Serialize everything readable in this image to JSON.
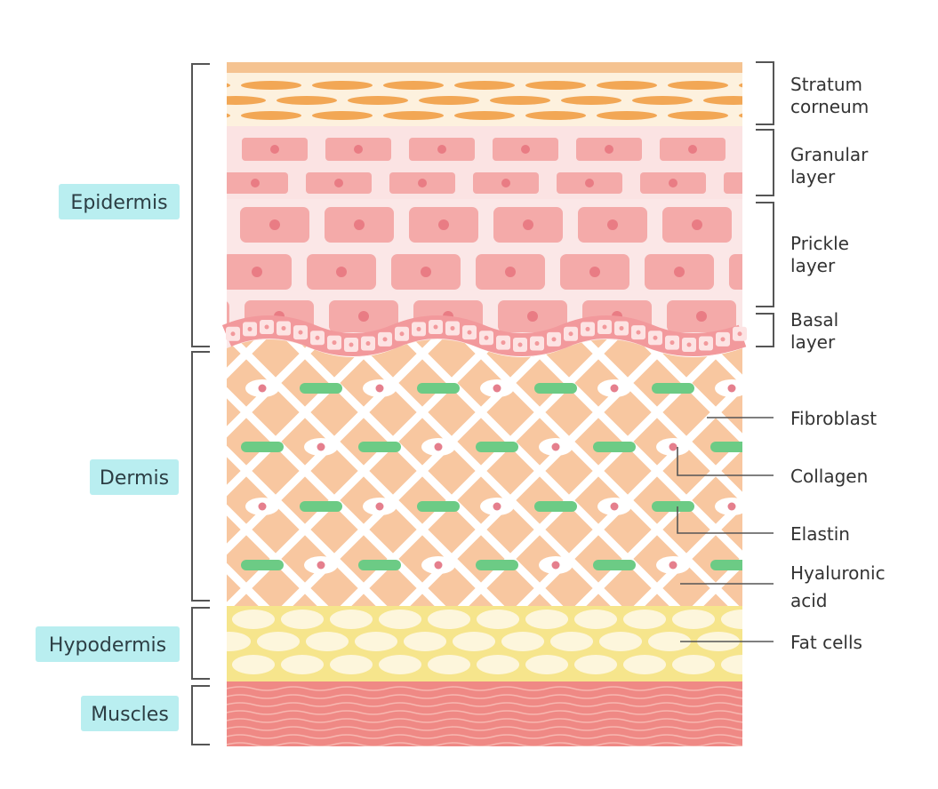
{
  "left_labels": {
    "epidermis": "Epidermis",
    "dermis": "Dermis",
    "hypodermis": "Hypodermis",
    "muscles": "Muscles"
  },
  "right_labels": {
    "stratum_corneum": [
      "Stratum",
      "corneum"
    ],
    "granular_layer": [
      "Granular",
      "layer"
    ],
    "prickle_layer": [
      "Prickle",
      "layer"
    ],
    "basal_layer": [
      "Basal",
      "layer"
    ],
    "fibroblast": "Fibroblast",
    "collagen": "Collagen",
    "elastin": "Elastin",
    "hyaluronic_acid": [
      "Hyaluronic",
      "acid"
    ],
    "fat_cells": "Fat cells"
  },
  "colors": {
    "stratum_bg": "#fdf1de",
    "stratum_band": "#f5c391",
    "stratum_cell": "#f2a755",
    "granular_bg": "#fbe3e3",
    "prickle_bg": "#fbe7e7",
    "epi_cell": "#f4aaa9",
    "epi_cell_dark": "#ef9896",
    "nucleus": "#e97c84",
    "basal_band": "#f2999c",
    "basal_cell": "#fde3e3",
    "dermis_bg": "#f8c7a0",
    "fiber": "#ffffff",
    "elastin": "#6ccb85",
    "fibro_nucleus": "#e57f8d",
    "fat_bg": "#f6e58c",
    "fat_cell": "#fdf6dc",
    "muscle": "#ef8985",
    "muscle_line": "#f7b7b0",
    "tag_bg": "#b9eef0",
    "bracket": "#555555",
    "pointer": "#555555"
  }
}
